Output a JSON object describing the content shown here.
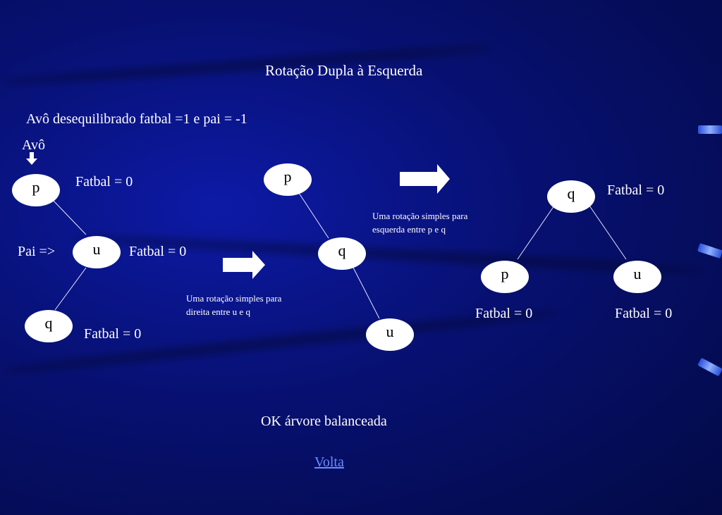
{
  "title": "Rotação Dupla à Esquerda",
  "subtitle": "Avô desequilibrado fatbal =1 e pai = -1",
  "avo_label": "Avô",
  "pai_label": "Pai =>",
  "tree1": {
    "nodes": {
      "p": "p",
      "u": "u",
      "q": "q"
    },
    "fatbal_p": "Fatbal = 0",
    "fatbal_u": "Fatbal = 0",
    "fatbal_q": "Fatbal = 0"
  },
  "note1": {
    "line1": "Uma rotação simples para",
    "line2": "direita entre u e q"
  },
  "tree2": {
    "nodes": {
      "p": "p",
      "q": "q",
      "u": "u"
    }
  },
  "note2": {
    "line1": "Uma rotação simples para",
    "line2": "esquerda entre p e q"
  },
  "tree3": {
    "nodes": {
      "q": "q",
      "p": "p",
      "u": "u"
    },
    "fatbal_q": "Fatbal = 0",
    "fatbal_p": "Fatbal = 0",
    "fatbal_u": "Fatbal = 0"
  },
  "result": "OK árvore balanceada",
  "link_back": "Volta",
  "colors": {
    "background": "#071070",
    "node": "#ffffff",
    "link": "#6b8cff"
  }
}
